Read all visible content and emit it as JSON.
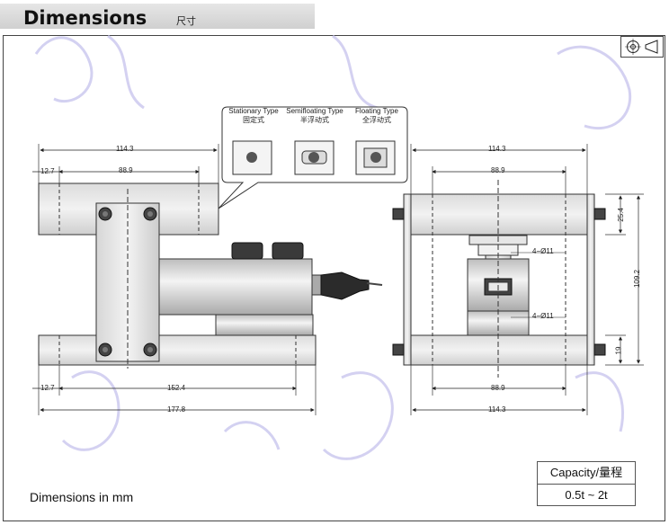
{
  "header": {
    "title": "Dimensions",
    "subtitle": "尺寸"
  },
  "callout": {
    "types": [
      {
        "name": "Stationary Type",
        "cn": "固定式"
      },
      {
        "name": "Semifloating Type",
        "cn": "半浮动式"
      },
      {
        "name": "Floating Type",
        "cn": "全浮动式"
      }
    ]
  },
  "left_view": {
    "top_overall": "114.3",
    "top_offset": "12.7",
    "top_inner": "88.9",
    "bottom_offset": "12.7",
    "bottom_span": "152.4",
    "bottom_overall": "177.8"
  },
  "right_view": {
    "top_overall": "114.3",
    "top_inner": "88.9",
    "hole_upper": "4−Ø11",
    "hole_lower": "4−Ø11",
    "height_top": "25.4",
    "height_total": "109.2",
    "height_bottom": "19",
    "bottom_inner": "88.9",
    "bottom_overall": "114.3"
  },
  "units_note": "Dimensions in mm",
  "capacity": {
    "label": "Capacity/量程",
    "value": "0.5t ~ 2t"
  },
  "watermark_icon": "floral-watermark-icon",
  "projection_icon": "first-angle-projection-icon"
}
